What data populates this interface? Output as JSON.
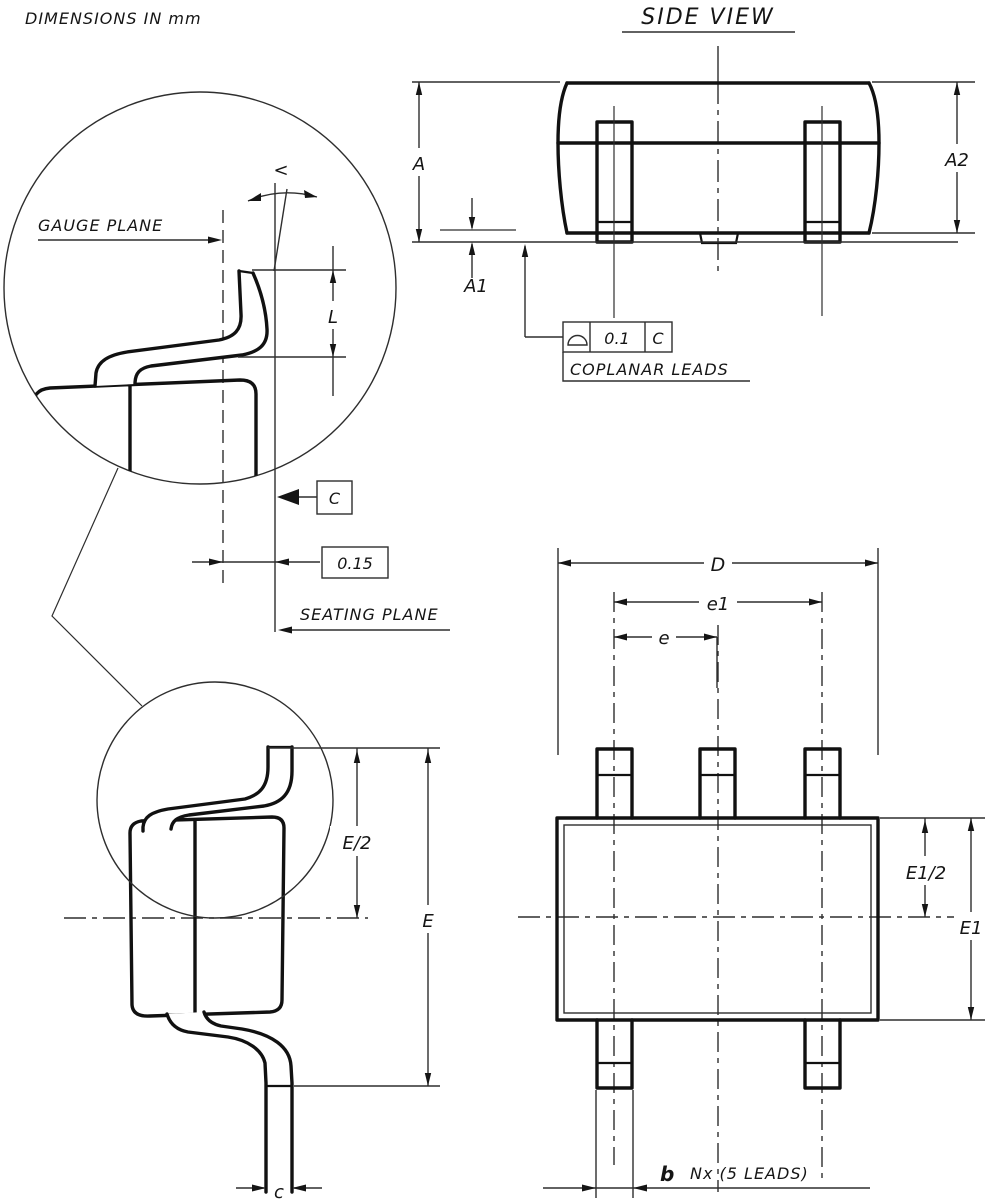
{
  "note": "DIMENSIONS IN mm",
  "side_view": {
    "title": "SIDE VIEW"
  },
  "dims": {
    "A": "A",
    "A1": "A1",
    "A2": "A2",
    "L": "L",
    "E_half": "E/2",
    "E": "E",
    "c": "c",
    "D": "D",
    "e1": "e1",
    "e": "e",
    "E1_half": "E1/2",
    "E1": "E1",
    "b": "b"
  },
  "annotations": {
    "gauge_plane": "GAUGE PLANE",
    "seating_plane": "SEATING PLANE",
    "coplanar_leads": "COPLANAR LEADS",
    "datum": "C",
    "coplanarity_tolerance": "0.1",
    "gauge_plane_offset": "0.15",
    "lead_count_note": "Nx (5 LEADS)",
    "angle_symbol": "<"
  },
  "colors": {
    "ink": "#151515",
    "thin_line": "#2e2e2e",
    "background": "#ffffff"
  }
}
